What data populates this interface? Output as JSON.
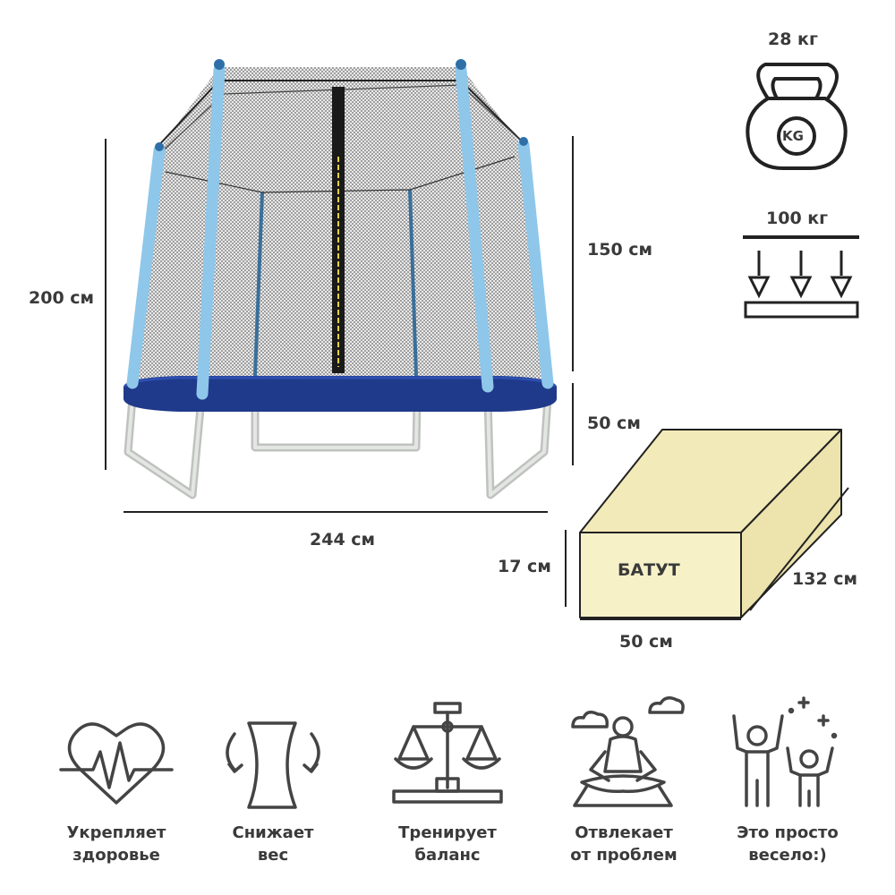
{
  "product": {
    "height_total": "200 см",
    "net_height": "150 см",
    "leg_height": "50 см",
    "diameter": "244 см"
  },
  "weight": {
    "product_weight": "28 кг",
    "kettlebell_text": "KG",
    "max_load": "100 кг"
  },
  "package": {
    "label": "БАТУТ",
    "height": "17 см",
    "width": "50 см",
    "length": "132 см"
  },
  "features": [
    {
      "icon": "heart-pulse-icon",
      "line1": "Укрепляет",
      "line2": "здоровье"
    },
    {
      "icon": "waist-slim-icon",
      "line1": "Снижает",
      "line2": "вес"
    },
    {
      "icon": "balance-scale-icon",
      "line1": "Тренирует",
      "line2": "баланс"
    },
    {
      "icon": "meditation-icon",
      "line1": "Отвлекает",
      "line2": "от проблем"
    },
    {
      "icon": "happy-kids-icon",
      "line1": "Это просто",
      "line2": "весело:)"
    }
  ],
  "colors": {
    "pad": "#1f3a8a",
    "poles": "#8ec7ea",
    "net": "#2a2a2a",
    "frame": "#d7d9d7",
    "box": "#f7f1c8",
    "text": "#3a3a3a"
  }
}
